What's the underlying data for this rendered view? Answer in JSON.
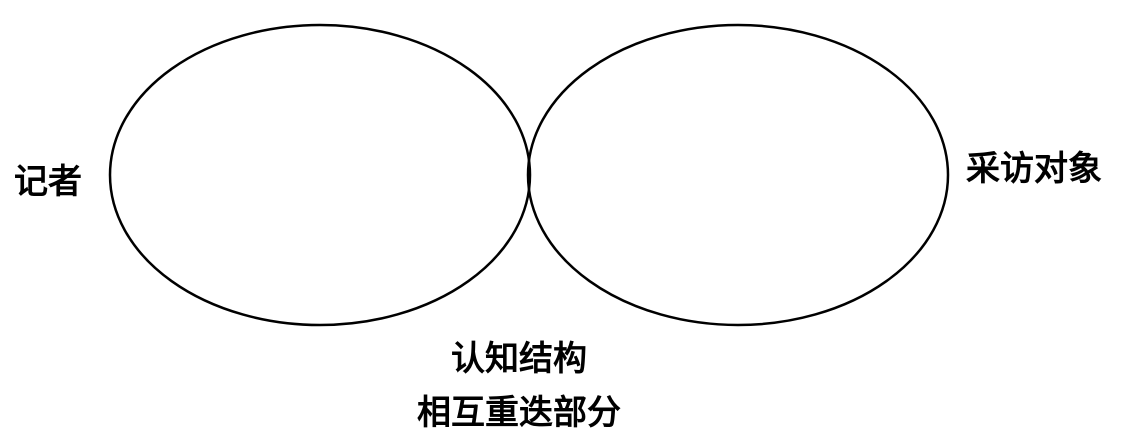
{
  "diagram": {
    "type": "venn",
    "left_set_label": "记者",
    "right_set_label": "采访对象",
    "overlap_caption_line1": "认知结构",
    "overlap_caption_line2": "相互重迭部分",
    "overlap_fill": "vertical-hatch",
    "stroke_color": "#000000",
    "background_color": "#ffffff"
  }
}
